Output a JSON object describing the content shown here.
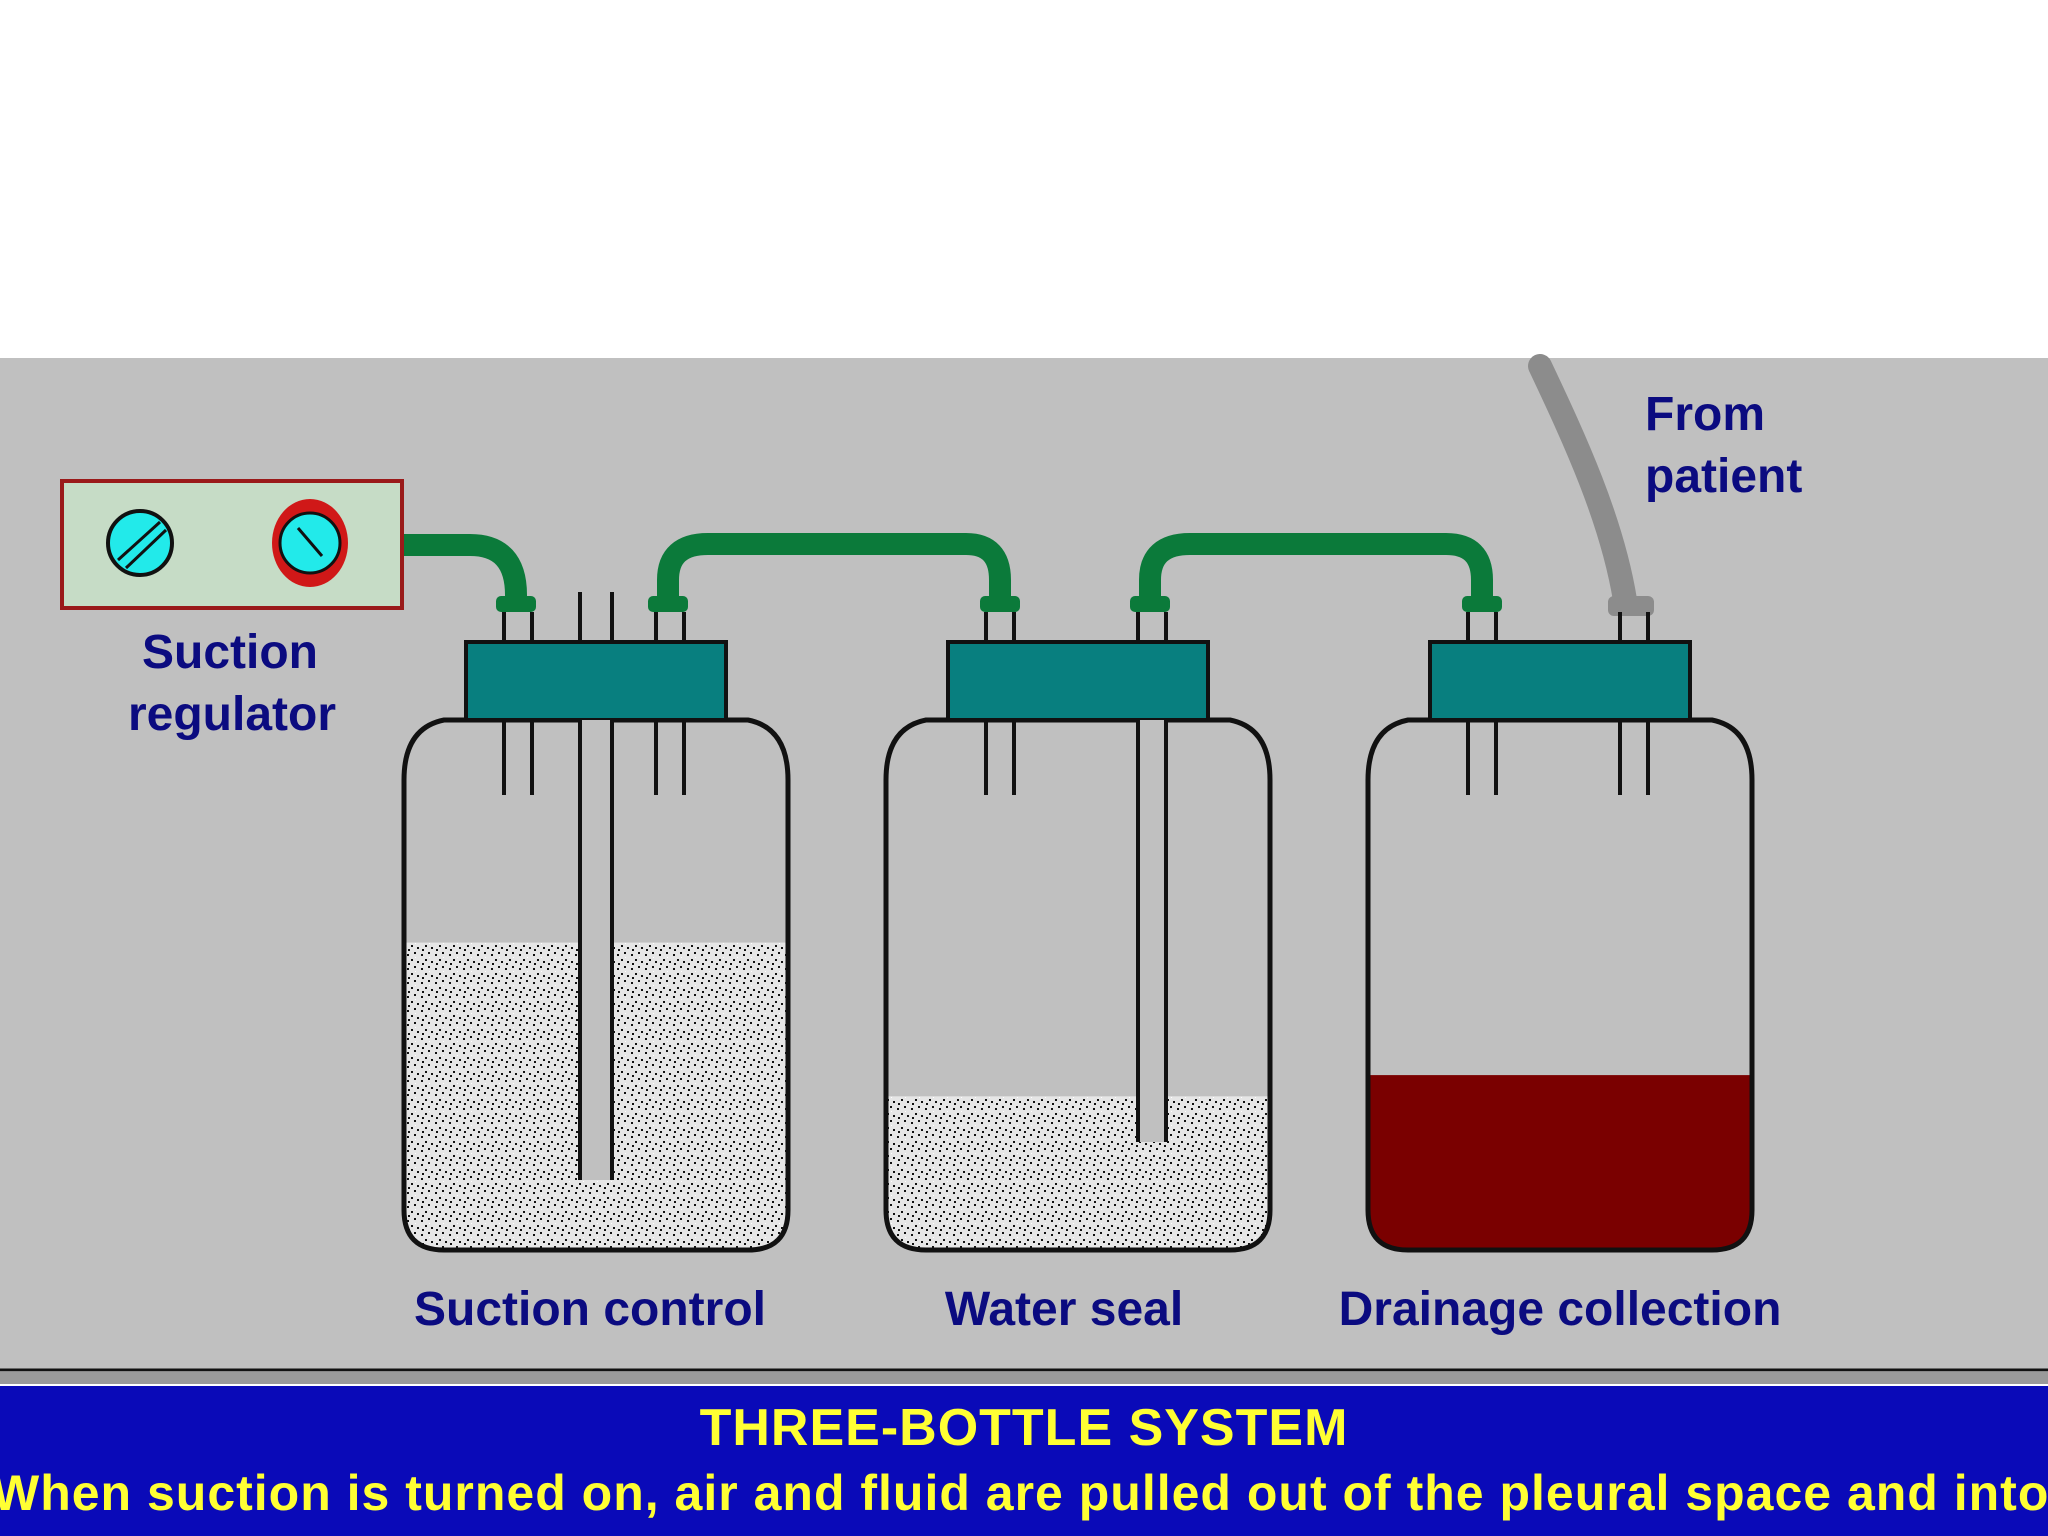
{
  "diagram": {
    "labels": {
      "suction_regulator_line1": "Suction",
      "suction_regulator_line2": "regulator",
      "from_patient_line1": "From",
      "from_patient_line2": "patient",
      "bottle1": "Suction control",
      "bottle2": "Water seal",
      "bottle3": "Drainage collection"
    },
    "fill_levels": {
      "suction_control": 0.58,
      "water_seal": 0.29,
      "drainage_collection": 0.33
    },
    "colors": {
      "background_panel": "#c0c0c0",
      "tubing": "#0b7a3a",
      "bottle_cap": "#087f7f",
      "water": "#e4e4e4",
      "drainage": "#7a0000",
      "patient_tube": "#8c8c8c",
      "regulator_panel": "#c6dcc6",
      "regulator_border": "#9a1a1a",
      "gauge": "#22eaea"
    }
  },
  "caption": {
    "title": "THREE-BOTTLE SYSTEM",
    "text": "When suction is turned on, air and fluid are pulled out of the pleural space and into the"
  }
}
